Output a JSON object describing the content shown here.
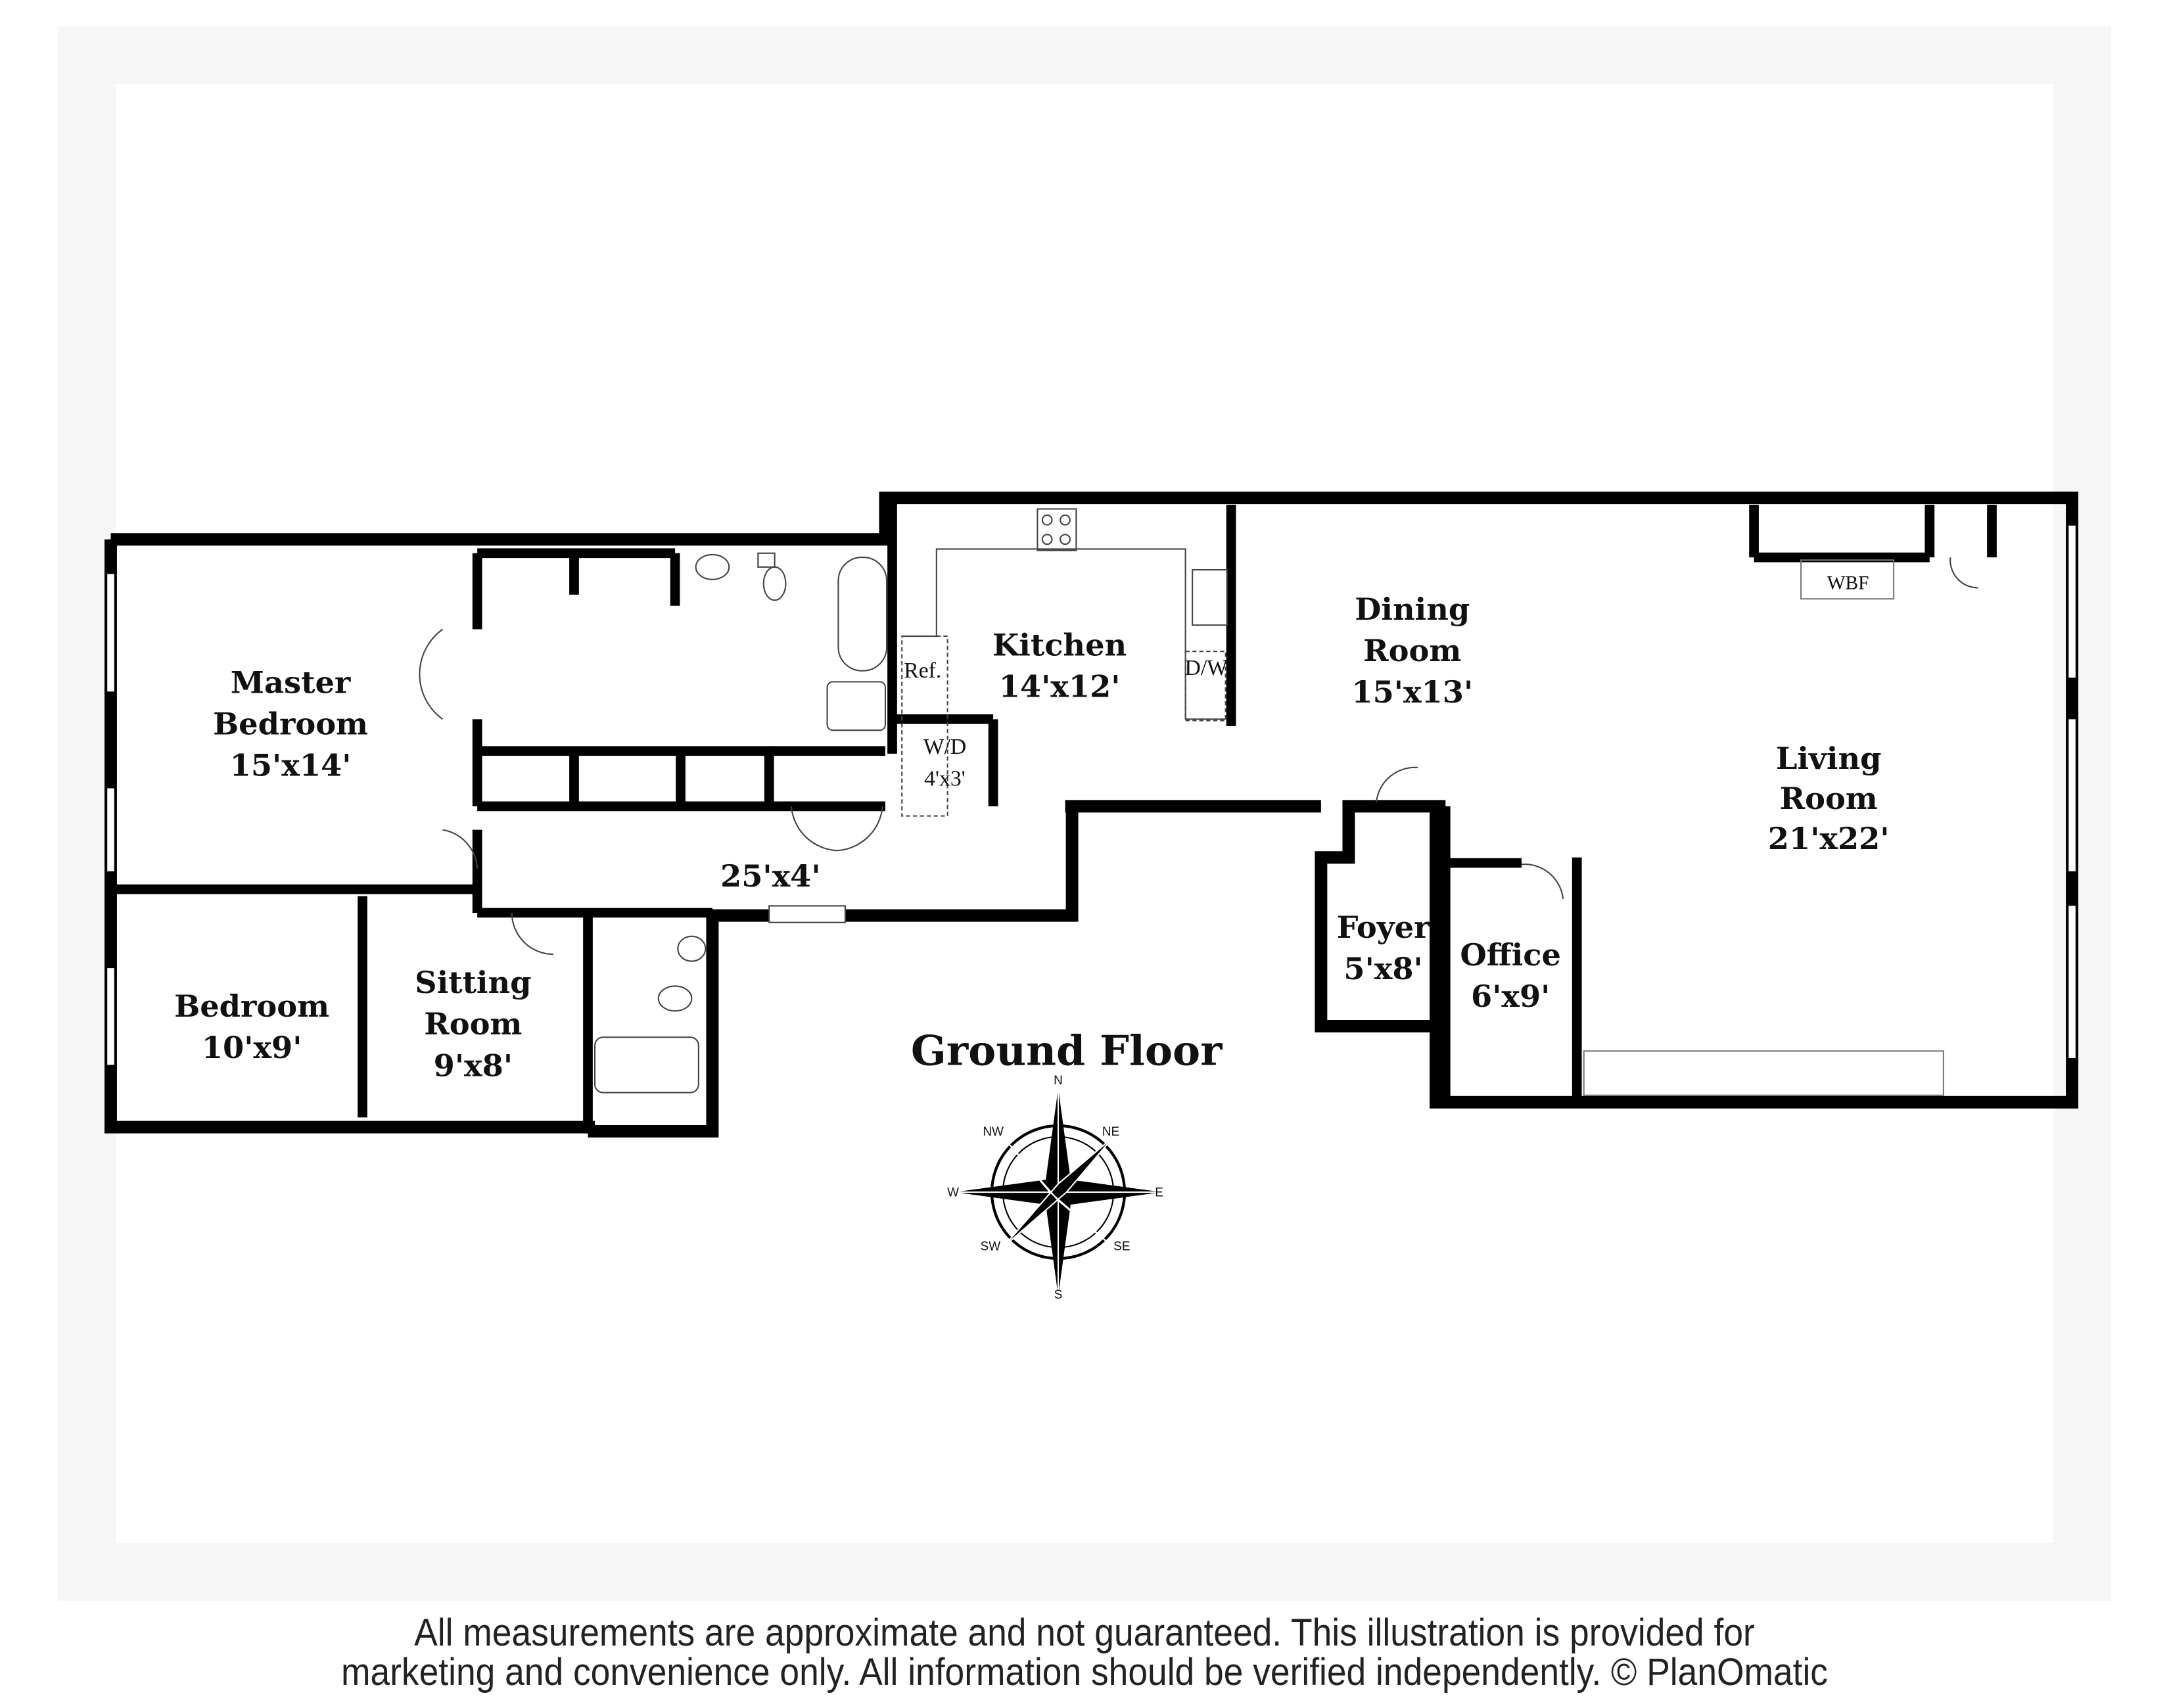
{
  "title": "Ground Floor",
  "rooms": {
    "master_bedroom": {
      "name1": "Master",
      "name2": "Bedroom",
      "size": "15'x14'"
    },
    "bedroom": {
      "name": "Bedroom",
      "size": "10'x9'"
    },
    "sitting_room": {
      "name1": "Sitting",
      "name2": "Room",
      "size": "9'x8'"
    },
    "hall": {
      "size": "25'x4'"
    },
    "kitchen": {
      "name": "Kitchen",
      "size": "14'x12'"
    },
    "wd": {
      "name": "W/D",
      "size": "4'x3'"
    },
    "dining_room": {
      "name1": "Dining",
      "name2": "Room",
      "size": "15'x13'"
    },
    "living_room": {
      "name1": "Living",
      "name2": "Room",
      "size": "21'x22'"
    },
    "foyer": {
      "name": "Foyer",
      "size": "5'x8'"
    },
    "office": {
      "name": "Office",
      "size": "6'x9'"
    }
  },
  "fixtures": {
    "ref": "Ref.",
    "dw": "D/W",
    "wbf": "WBF"
  },
  "compass": {
    "n": "N",
    "ne": "NE",
    "e": "E",
    "se": "SE",
    "s": "S",
    "sw": "SW",
    "w": "W",
    "nw": "NW"
  },
  "disclaimer": {
    "line1": "All measurements are approximate and not guaranteed. This illustration is provided for",
    "line2": "marketing and convenience only. All information should be verified independently. © PlanOmatic"
  }
}
